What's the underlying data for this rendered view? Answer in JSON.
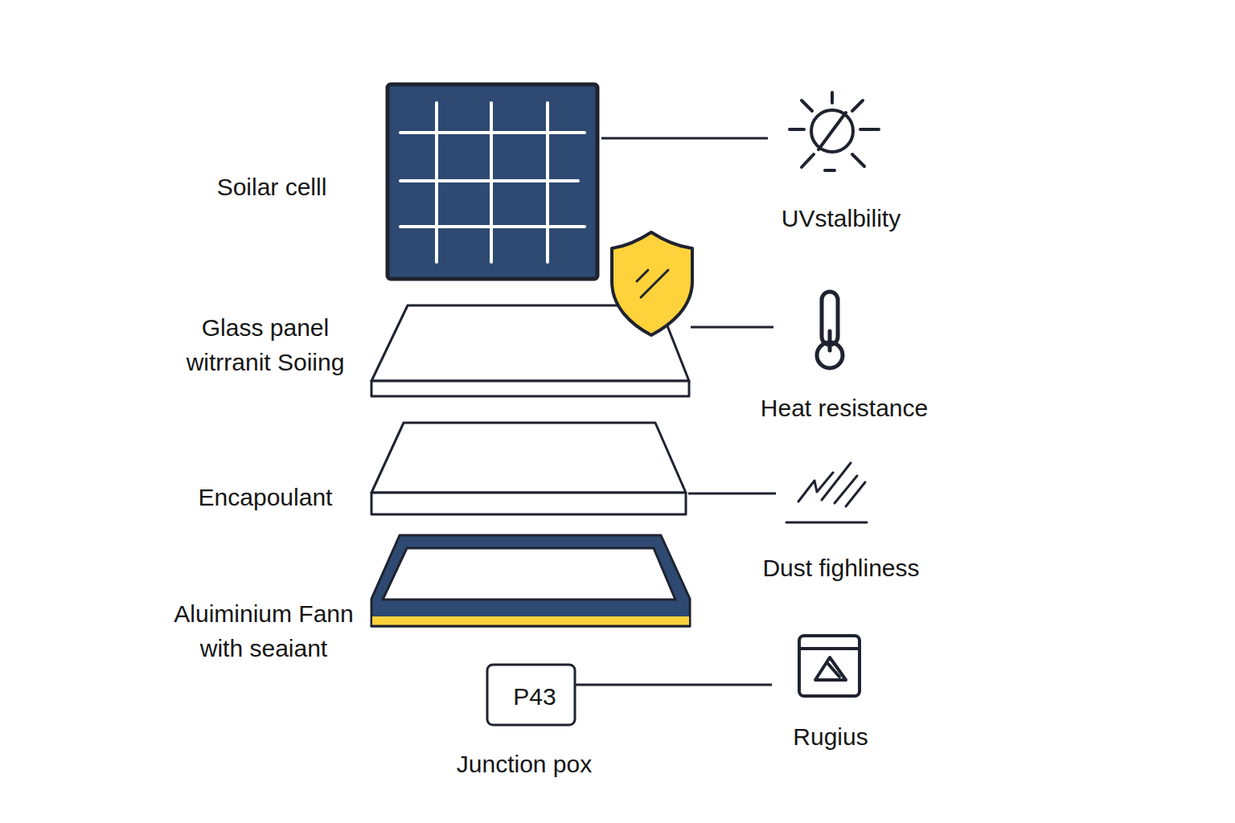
{
  "diagram": {
    "nodes": [
      {
        "text": [
          "Soilar celll"
        ]
      },
      {
        "text": [
          "UVstalbility"
        ]
      },
      {
        "text": [
          "Glass panel witrranit Soiing"
        ]
      },
      {
        "text": [
          "Heat resistance"
        ]
      },
      {
        "text": [
          "Encapoulant"
        ]
      },
      {
        "text": [
          "Dust fighliness"
        ]
      },
      {
        "text": [
          "Aluiminium Fann with seaiant"
        ]
      },
      {
        "text": [
          "P43",
          "Junction pox"
        ]
      },
      {
        "text": [
          "Rugius"
        ]
      }
    ],
    "edges": [
      {
        "from": 0,
        "to": 1,
        "arrow": "none"
      },
      {
        "from": 2,
        "to": 3,
        "arrow": "none"
      },
      {
        "from": 4,
        "to": 5,
        "arrow": "none"
      },
      {
        "from": 7,
        "to": 8,
        "arrow": "none"
      }
    ]
  }
}
